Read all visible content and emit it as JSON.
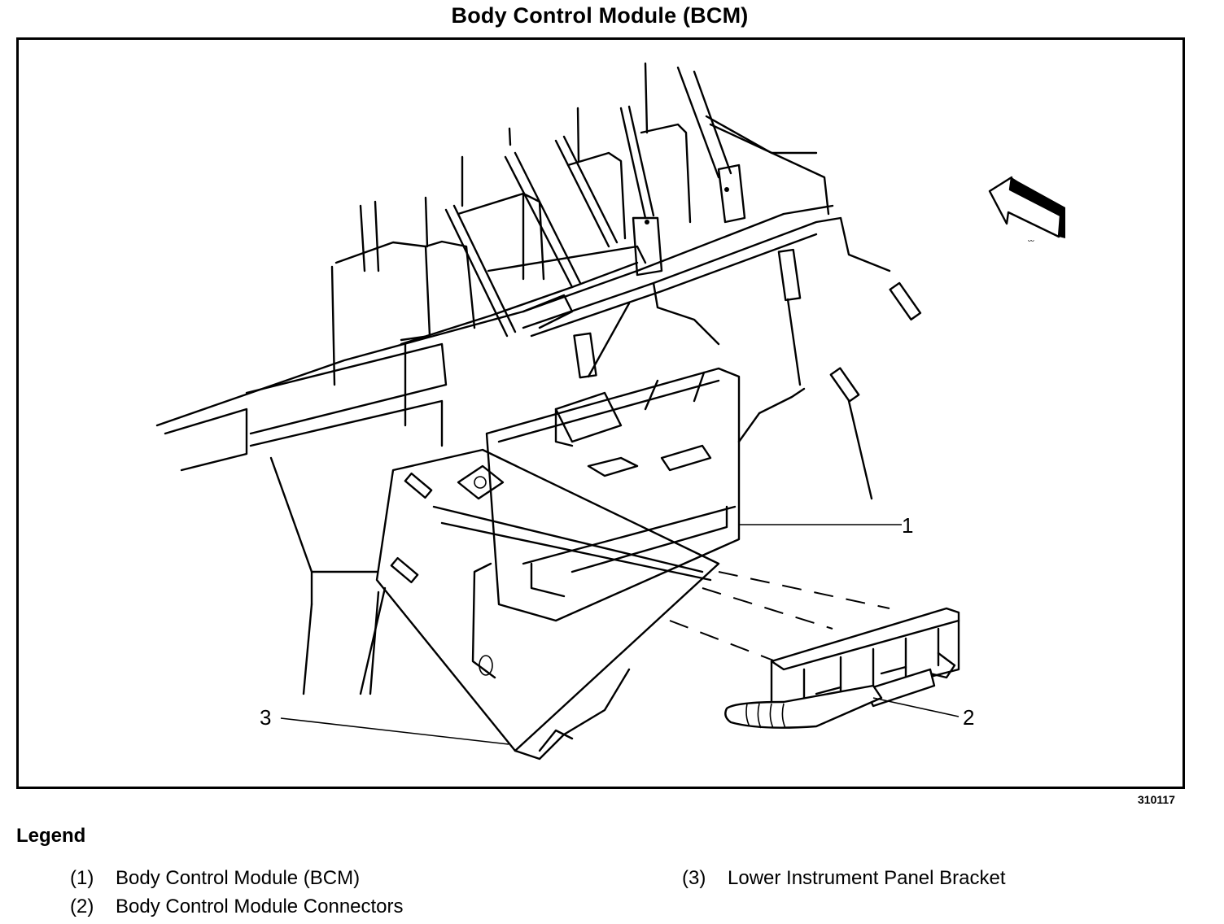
{
  "title": "Body Control Module (BCM)",
  "figure_id": "310117",
  "callouts": [
    {
      "id": "1",
      "label": "1"
    },
    {
      "id": "2",
      "label": "2"
    },
    {
      "id": "3",
      "label": "3"
    }
  ],
  "legend": {
    "title": "Legend",
    "items": [
      {
        "num": "(1)",
        "text": "Body Control Module (BCM)"
      },
      {
        "num": "(2)",
        "text": "Body Control Module Connectors"
      },
      {
        "num": "(3)",
        "text": "Lower Instrument Panel Bracket"
      }
    ]
  },
  "icons": {
    "view_direction": "arrow-left-up-icon"
  }
}
